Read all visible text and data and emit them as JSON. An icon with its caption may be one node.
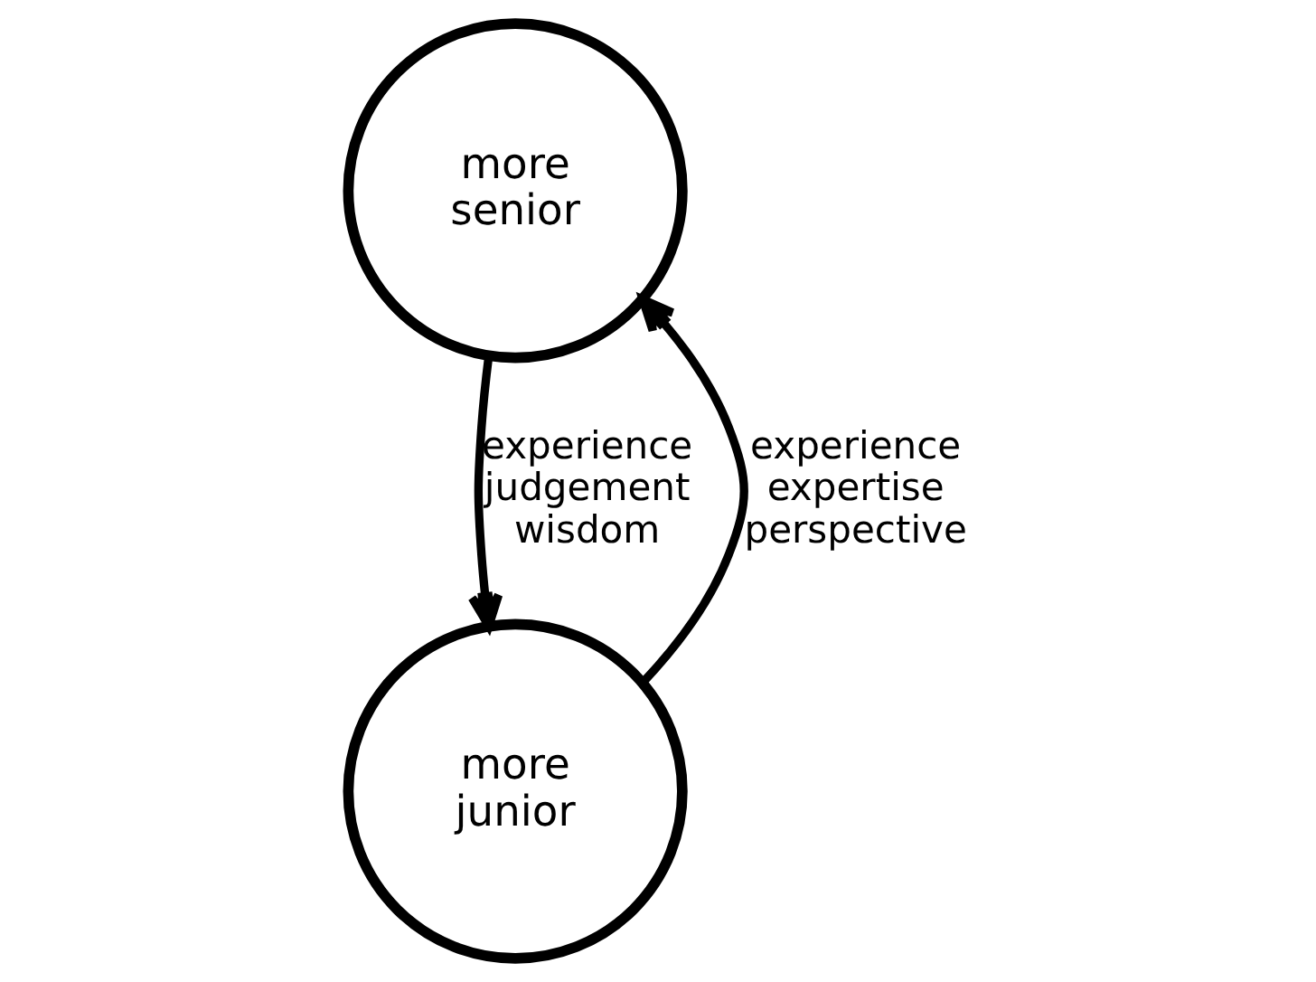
{
  "diagram": {
    "nodes": [
      {
        "text": [
          "more senior"
        ]
      },
      {
        "text": [
          "more junior"
        ]
      }
    ],
    "edges": [
      {
        "from": 0,
        "to": 1,
        "arrow": "to",
        "label": "experience judgement wisdom"
      },
      {
        "from": 1,
        "to": 0,
        "arrow": "to",
        "label": "experience expertise perspective"
      }
    ]
  }
}
